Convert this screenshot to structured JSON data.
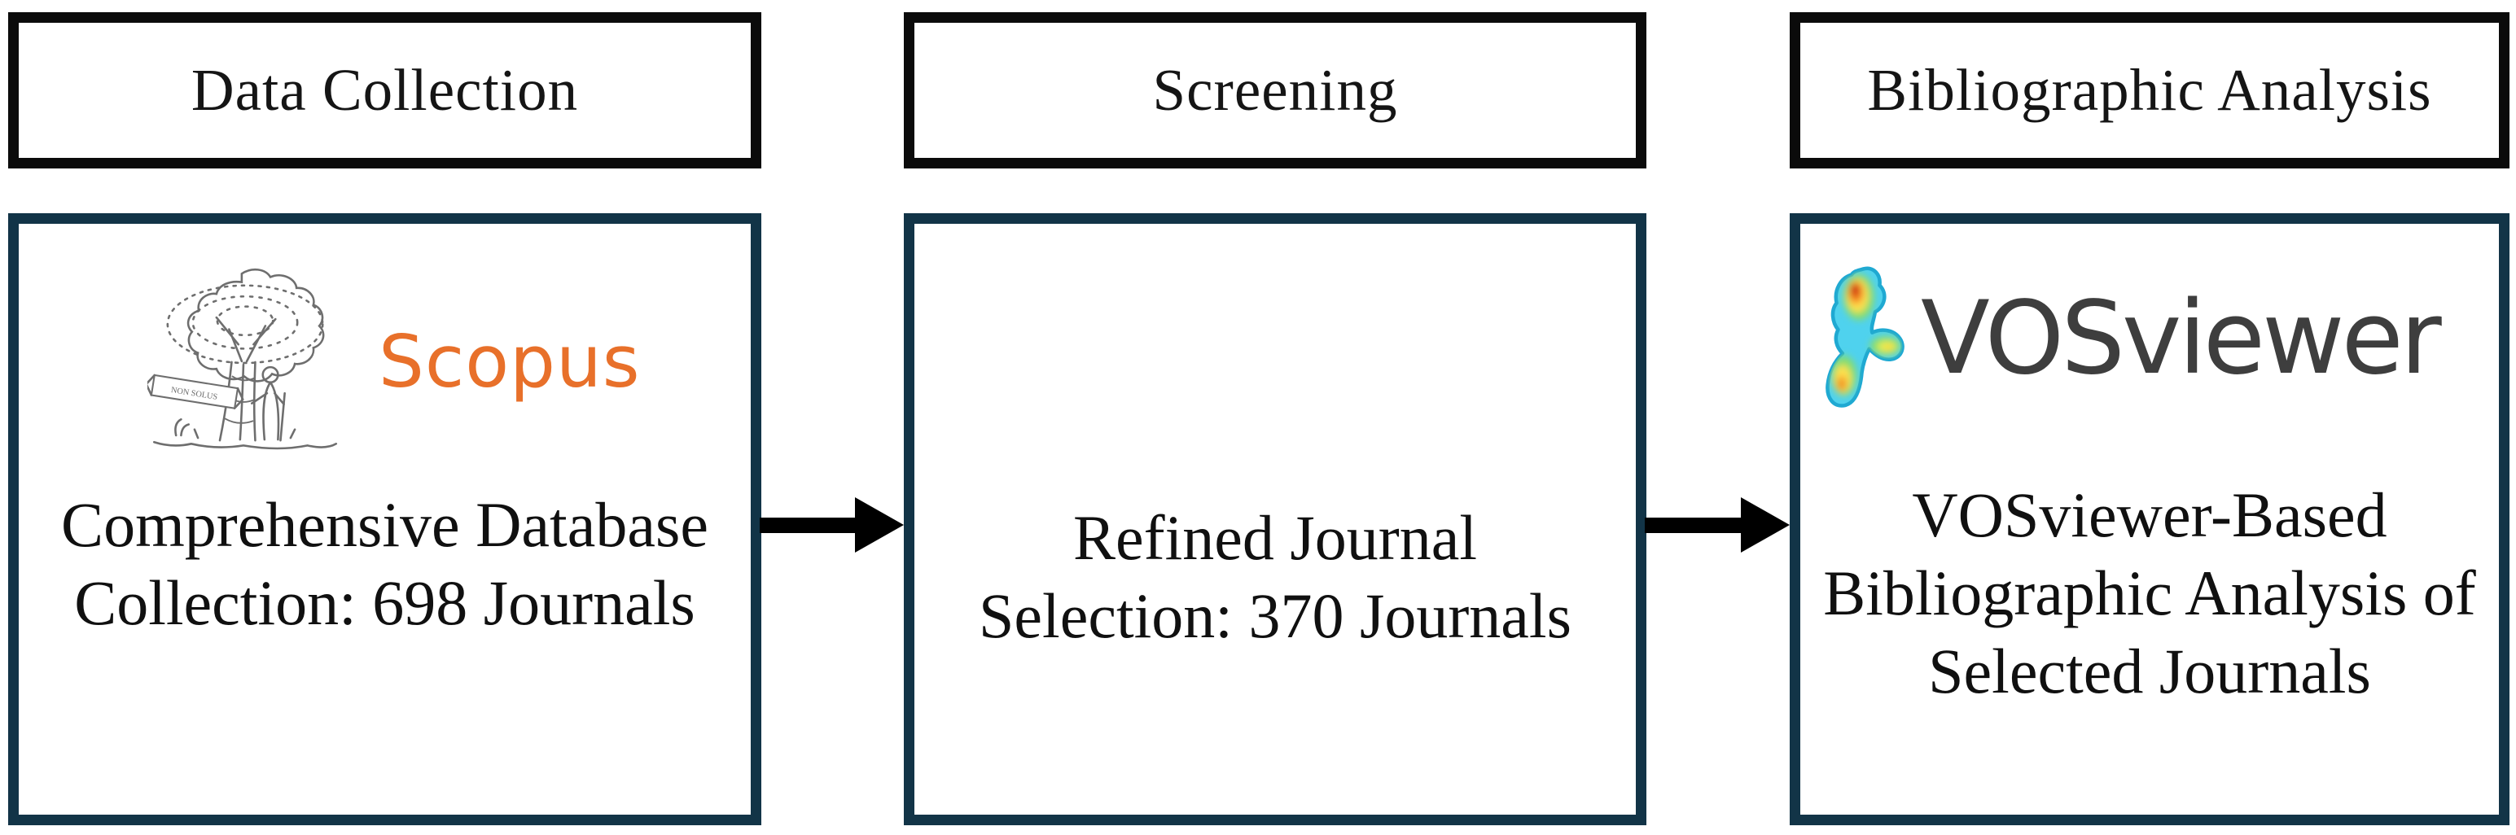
{
  "diagram": {
    "title": "journal-selection-flow",
    "stages": [
      {
        "header": "Data Collection",
        "body": "Comprehensive Database\nCollection: 698 Journals",
        "logo": {
          "name": "Scopus",
          "wordmark": "Scopus",
          "tree_icon": "elsevier-tree-icon",
          "ribbon_text": "NON SOLUS"
        }
      },
      {
        "header": "Screening",
        "body": "Refined Journal\nSelection: 370 Journals"
      },
      {
        "header": "Bibliographic Analysis",
        "body": "VOSviewer-Based\nBibliographic Analysis of\nSelected Journals",
        "logo": {
          "name": "VOSviewer",
          "wordmark": "VOSviewer",
          "blob_icon": "heatmap-blob-icon"
        }
      }
    ],
    "arrows": [
      {
        "name": "arrow-data-to-screening",
        "direction": "right"
      },
      {
        "name": "arrow-screening-to-analysis",
        "direction": "right"
      }
    ],
    "colors": {
      "scopus_orange": "#E8702A",
      "vosviewer_text_gray": "#3E3E3E",
      "panel_border_navy": "#123447",
      "header_border_black": "#0B0B0B",
      "arrow_black": "#000000",
      "tree_gray": "#6E6E6E",
      "heatmap_cyan": "#4FD2EE",
      "heatmap_yellow": "#FFE14D",
      "heatmap_orange": "#F5821F",
      "heatmap_red": "#C8170E"
    }
  }
}
